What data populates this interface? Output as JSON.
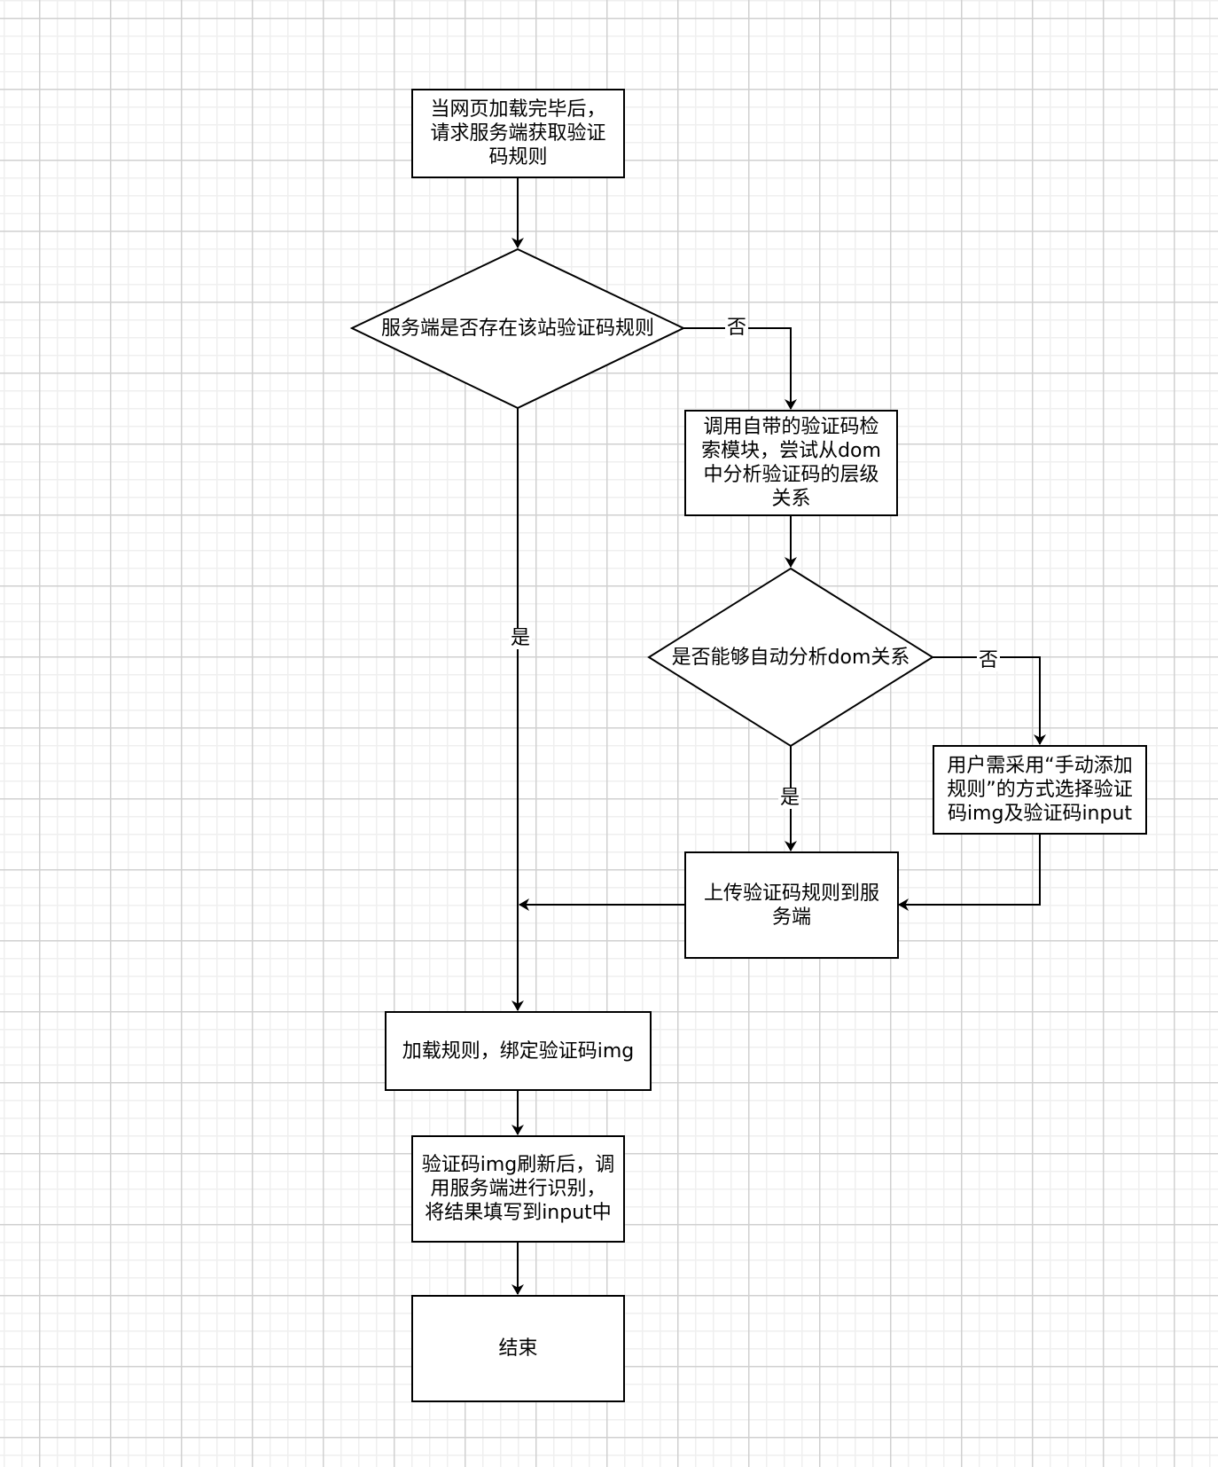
{
  "diagram": {
    "type": "flowchart",
    "nodes": [
      {
        "id": "start",
        "shape": "process",
        "label": "当网页加载完毕后，请求服务端获取验证码规则"
      },
      {
        "id": "check_server",
        "shape": "decision",
        "label": "服务端是否存在该站验证码规则"
      },
      {
        "id": "auto_detect",
        "shape": "process",
        "label": "调用自带的验证码检索模块，尝试从dom中分析验证码的层级关系"
      },
      {
        "id": "can_auto",
        "shape": "decision",
        "label": "是否能够自动分析dom关系"
      },
      {
        "id": "manual_add",
        "shape": "process",
        "label": "用户需采用“手动添加规则”的方式选择验证码img及验证码input"
      },
      {
        "id": "upload",
        "shape": "process",
        "label": "上传验证码规则到服务端"
      },
      {
        "id": "load_rule",
        "shape": "process",
        "label": "加载规则，绑定验证码img"
      },
      {
        "id": "recognize",
        "shape": "process",
        "label": "验证码img刷新后，调用服务端进行识别，将结果填写到input中"
      },
      {
        "id": "end",
        "shape": "process",
        "label": "结束"
      }
    ],
    "edges": [
      {
        "from": "start",
        "to": "check_server",
        "label": ""
      },
      {
        "from": "check_server",
        "to": "auto_detect",
        "label": "否"
      },
      {
        "from": "check_server",
        "to": "load_rule",
        "label": "是"
      },
      {
        "from": "auto_detect",
        "to": "can_auto",
        "label": ""
      },
      {
        "from": "can_auto",
        "to": "manual_add",
        "label": "否"
      },
      {
        "from": "can_auto",
        "to": "upload",
        "label": "是"
      },
      {
        "from": "manual_add",
        "to": "upload",
        "label": ""
      },
      {
        "from": "upload",
        "to": "load_rule",
        "label": ""
      },
      {
        "from": "load_rule",
        "to": "recognize",
        "label": ""
      },
      {
        "from": "recognize",
        "to": "end",
        "label": ""
      }
    ]
  },
  "text": {
    "start": [
      "当网页加载完毕后，",
      "请求服务端获取验证",
      "码规则"
    ],
    "check_server": "服务端是否存在该站验证码规则",
    "auto_detect": [
      "调用自带的验证码检",
      "索模块，尝试从dom",
      "中分析验证码的层级",
      "关系"
    ],
    "can_auto": "是否能够自动分析dom关系",
    "manual_add": [
      "用户需采用“手动添加",
      "规则”的方式选择验证",
      "码img及验证码input"
    ],
    "upload": [
      "上传验证码规则到服",
      "务端"
    ],
    "load_rule": "加载规则，绑定验证码img",
    "recognize": [
      "验证码img刷新后，调",
      "用服务端进行识别，",
      "将结果填写到input中"
    ],
    "end": "结束",
    "label_no_1": "否",
    "label_yes_1": "是",
    "label_no_2": "否",
    "label_yes_2": "是"
  }
}
